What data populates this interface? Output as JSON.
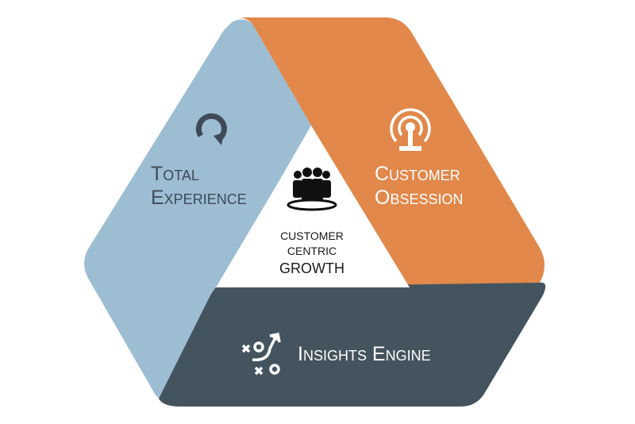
{
  "diagram": {
    "segments": {
      "total_experience": {
        "line1": "Total",
        "line2": "Experience",
        "color": "#9dbdd3",
        "icon": "refresh-icon"
      },
      "customer_obsession": {
        "line1": "Customer",
        "line2": "Obsession",
        "color": "#e1884a",
        "icon": "broadcast-icon"
      },
      "insights_engine": {
        "label": "Insights Engine",
        "color": "#44545f",
        "icon": "strategy-play-icon"
      }
    },
    "center": {
      "line1": "CUSTOMER",
      "line2": "CENTRIC",
      "line3": "GROWTH",
      "icon": "people-group-icon"
    }
  }
}
